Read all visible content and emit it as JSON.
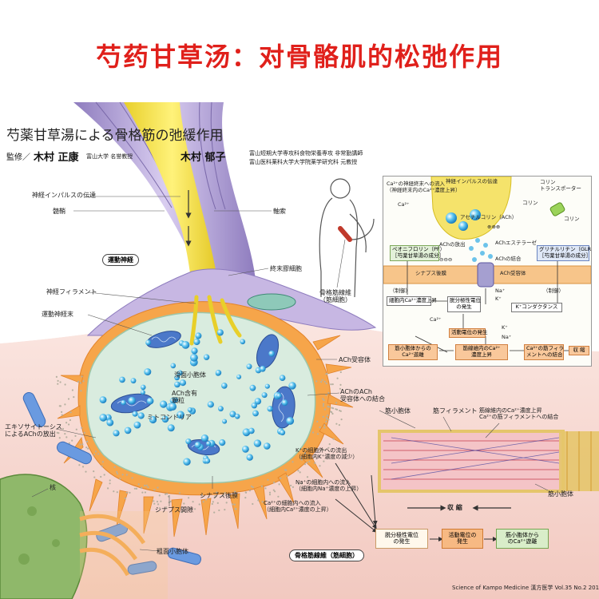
{
  "headline": "芍药甘草汤：对骨骼肌的松弛作用",
  "subtitle": "芍薬甘草湯による骨格筋の弛緩作用",
  "supervisor": {
    "label": "監修／",
    "name": "木村 正康",
    "affil": "富山大学 名誉教授"
  },
  "author": {
    "name": "木村 郁子",
    "affil1": "富山短期大学専攻科食物栄養専攻 非常勤講師",
    "affil2": "富山医科薬科大学大学院薬学研究科 元教授"
  },
  "labels": {
    "nerve_impulse": "神経インパルスの伝達",
    "myelin": "髄鞘",
    "axon": "軸索",
    "motor_nerve": "運動神経",
    "terminal_schwann": "終末膠細胞",
    "neurofilament": "神経フィラメント",
    "motor_terminal": "運動神経末",
    "smooth_er": "滑面小胞体",
    "ach_vesicle": "ACh含有\n顆粒",
    "mitochondria": "ミトコンドリア",
    "ach_receptor": "ACh受容体",
    "ach_binding": "AChのACh\n受容体への結合",
    "exocytosis": "エキソサイトーシス\nによるAChの放出",
    "nucleus": "核",
    "synaptic_cleft": "シナプス間隙",
    "postsynaptic": "シナプス後膜",
    "k_out": "K⁺の細胞外への流出\n（細胞内K⁺濃度の減少）",
    "na_in": "Na⁺の細胞内への流入\n（細胞内Na⁺濃度の上昇）",
    "ca_in": "Ca²⁺の細胞内への流入\n（細胞内Ca²⁺濃度の上昇）",
    "rough_er": "粗面小胞体",
    "sr": "筋小胞体",
    "myofilament": "筋フィラメント",
    "ca_rise": "筋線維内のCa²⁺濃度上昇\nCa²⁺の筋フィラメントへの結合",
    "contraction": "収 縮",
    "sr2": "筋小胞体",
    "muscle_fiber": "骨格筋線維（筋細胞）",
    "body_label": "骨格筋線維\n（筋細胞）"
  },
  "flow_bottom": [
    "脱分極性電位\nの発生",
    "活動電位の\n発生",
    "筋小胞体から\nのCa²⁺遊離"
  ],
  "inset": {
    "impulse": "神経インパルスの伝達",
    "ca_entry": "Ca²⁺の神経終末への流入\n（神経終末内のCa²⁺濃度上昇）",
    "ca": "Ca²⁺",
    "choline_transporter": "コリン\nトランスポーター",
    "choline1": "コリン",
    "choline2": "コリン",
    "ach_label": "アセチルコリン（ACh）",
    "ach_release": "AChの放出",
    "ach_esterase": "AChエステラーゼ",
    "ach_binding": "AChの結合",
    "paeoniflorin": "ペオニフロリン（PF）\n［芍薬甘草湯の成分］",
    "glycyrrhizin": "グリチルリチン（GLR）\n［芍薬甘草湯の成分］",
    "synapse_post": "シナプス後膜",
    "ach_receptor": "ACh受容体",
    "na": "Na⁺",
    "k": "K⁺",
    "plus": "⊕⊕⊕",
    "minus": "⊖⊖⊖",
    "inhibit1": "（制御）",
    "inhibit2": "（制御）",
    "ca_rise": "細胞内Ca²⁺濃度上昇",
    "depol": "脱分極性電位\nの発生",
    "k_conductance": "K⁺コンダクタンス",
    "ca2": "Ca²⁺",
    "action": "活動電位の発生",
    "k2": "K⁺",
    "na2": "Na⁺",
    "sr_release": "筋小胞体からの\nCa²⁺遊離",
    "ca_rise2": "筋線維内のCa²⁺\n濃度上昇",
    "ca_bind": "Ca²⁺の筋フィラ\nメントへの結合",
    "contract": "収 縮"
  },
  "footer": "Science of Kampo Medicine 漢方医学 Vol.35 No.2 2011 (59)155",
  "colors": {
    "headline": "#e0201b",
    "axon": "#f4e04a",
    "myelin": "#b9a9d8",
    "cytoplasm": "#d9ecdf",
    "membrane": "#f6a54a",
    "vesicle": "#2aa6df",
    "mito": "#4b78c9",
    "muscle_bg": "#f5d6d0"
  }
}
